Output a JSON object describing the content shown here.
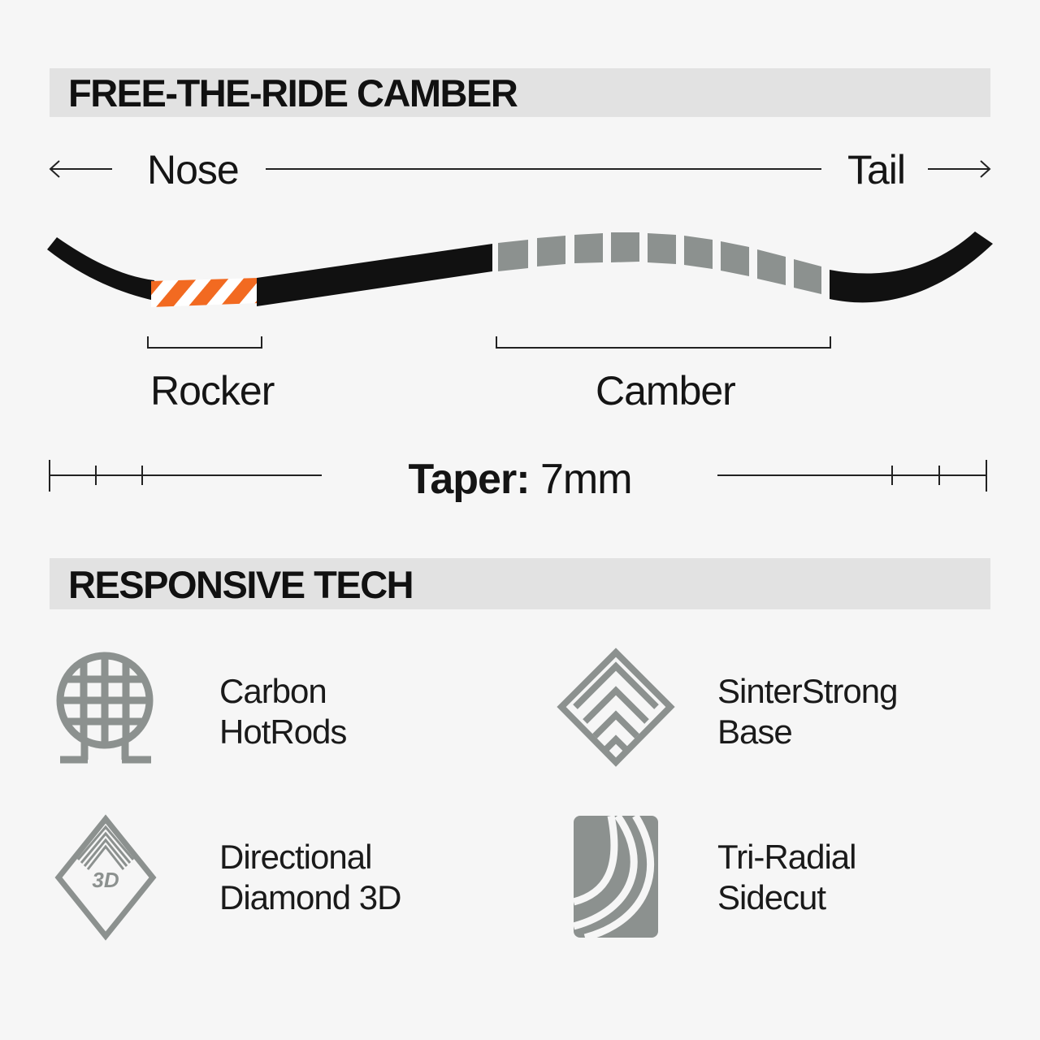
{
  "camber_section": {
    "title": "FREE-THE-RIDE CAMBER",
    "nose_label": "Nose",
    "tail_label": "Tail",
    "rocker_label": "Rocker",
    "camber_label": "Camber",
    "taper_label": "Taper:",
    "taper_value": "7mm"
  },
  "tech_section": {
    "title": "RESPONSIVE TECH",
    "items": [
      {
        "line1": "Carbon",
        "line2": "HotRods",
        "icon": "carbon-hotrods-icon"
      },
      {
        "line1": "SinterStrong",
        "line2": "Base",
        "icon": "sinterstrong-base-icon"
      },
      {
        "line1": "Directional",
        "line2": "Diamond 3D",
        "icon": "directional-diamond-3d-icon",
        "icon_text": "3D"
      },
      {
        "line1": "Tri-Radial",
        "line2": "Sidecut",
        "icon": "tri-radial-sidecut-icon"
      }
    ]
  },
  "colors": {
    "board": "#111111",
    "rocker_accent": "#f26a21",
    "camber_gray": "#8c918f",
    "icon_gray": "#8c918f",
    "band": "#e2e2e2"
  }
}
